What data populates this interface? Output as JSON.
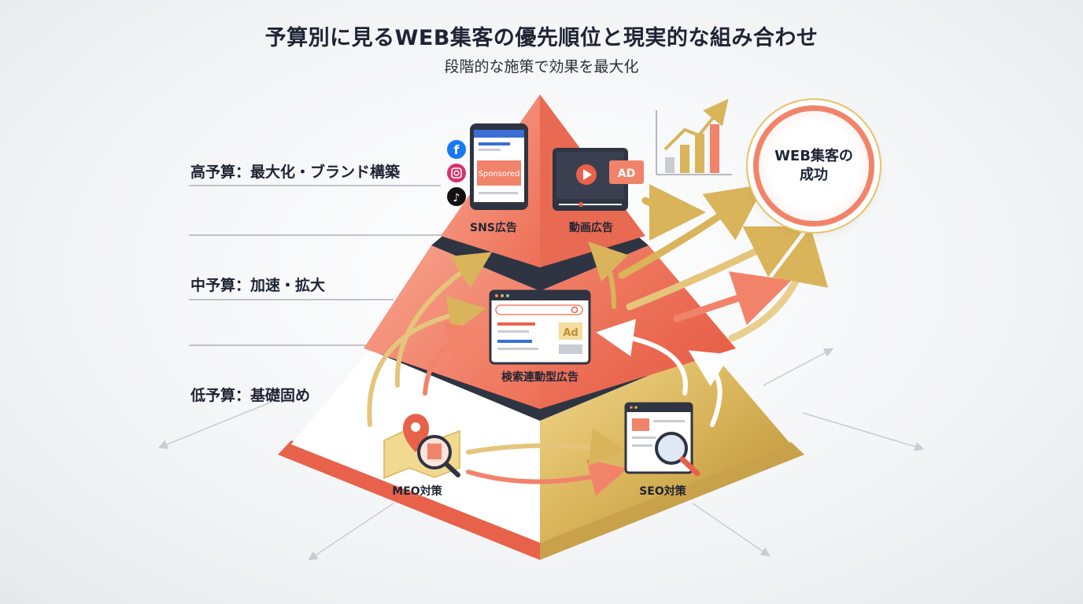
{
  "header": {
    "title": "予算別に見るWEB集客の優先順位と現実的な組み合わせ",
    "subtitle": "段階的な施策で効果を最大化"
  },
  "tiers": {
    "high": "高予算：最大化・ブランド構築",
    "mid": "中予算：加速・拡大",
    "low": "低予算：基礎固め"
  },
  "items": {
    "sns": "SNS広告",
    "video": "動画広告",
    "search_ads": "検索連動型広告",
    "meo": "MEO対策",
    "seo": "SEO対策"
  },
  "icons": {
    "sponsored": "Sponsored",
    "ad_video": "AD",
    "ad_search": "Ad"
  },
  "goal": "WEB集客の成功",
  "colors": {
    "coral": "#f2836b",
    "coral_dark": "#e8614a",
    "gold": "#d9b45a",
    "navy": "#2f3442"
  }
}
